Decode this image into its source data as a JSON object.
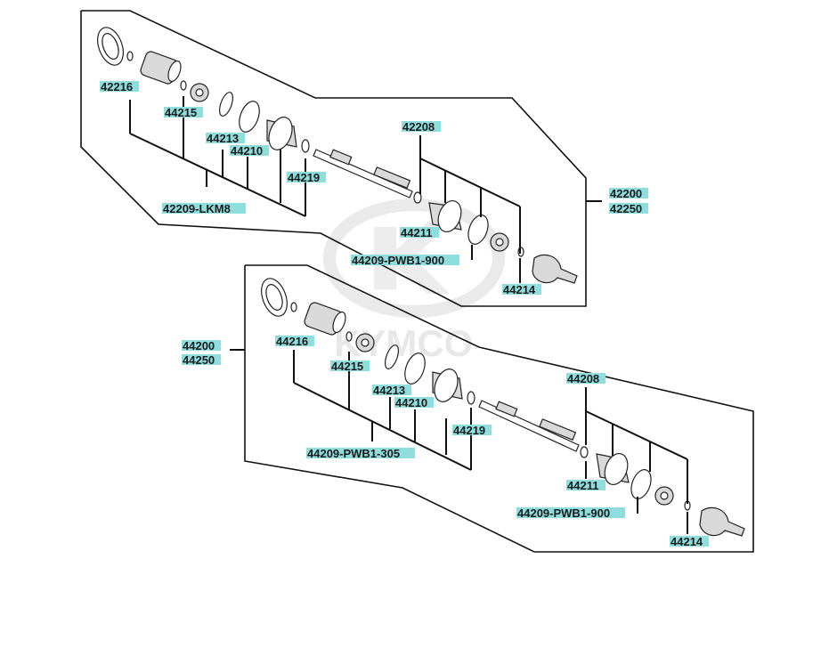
{
  "watermark": {
    "text": "KYMCO"
  },
  "upper_assembly": {
    "labels": {
      "p42216": "42216",
      "p44215": "44215",
      "p44213": "44213",
      "p44210": "44210",
      "p44219": "44219",
      "p42209": "42209-LKM8",
      "p42208": "42208",
      "p42200": "42200",
      "p42250": "42250",
      "p44211": "44211",
      "p44209": "44209-PWB1-900",
      "p44214": "44214"
    }
  },
  "lower_assembly": {
    "labels": {
      "p44200": "44200",
      "p44250": "44250",
      "p44216": "44216",
      "p44215": "44215",
      "p44213": "44213",
      "p44210": "44210",
      "p44219": "44219",
      "p44209a": "44209-PWB1-305",
      "p44208": "44208",
      "p44211": "44211",
      "p44209b": "44209-PWB1-900",
      "p44214": "44214"
    }
  }
}
